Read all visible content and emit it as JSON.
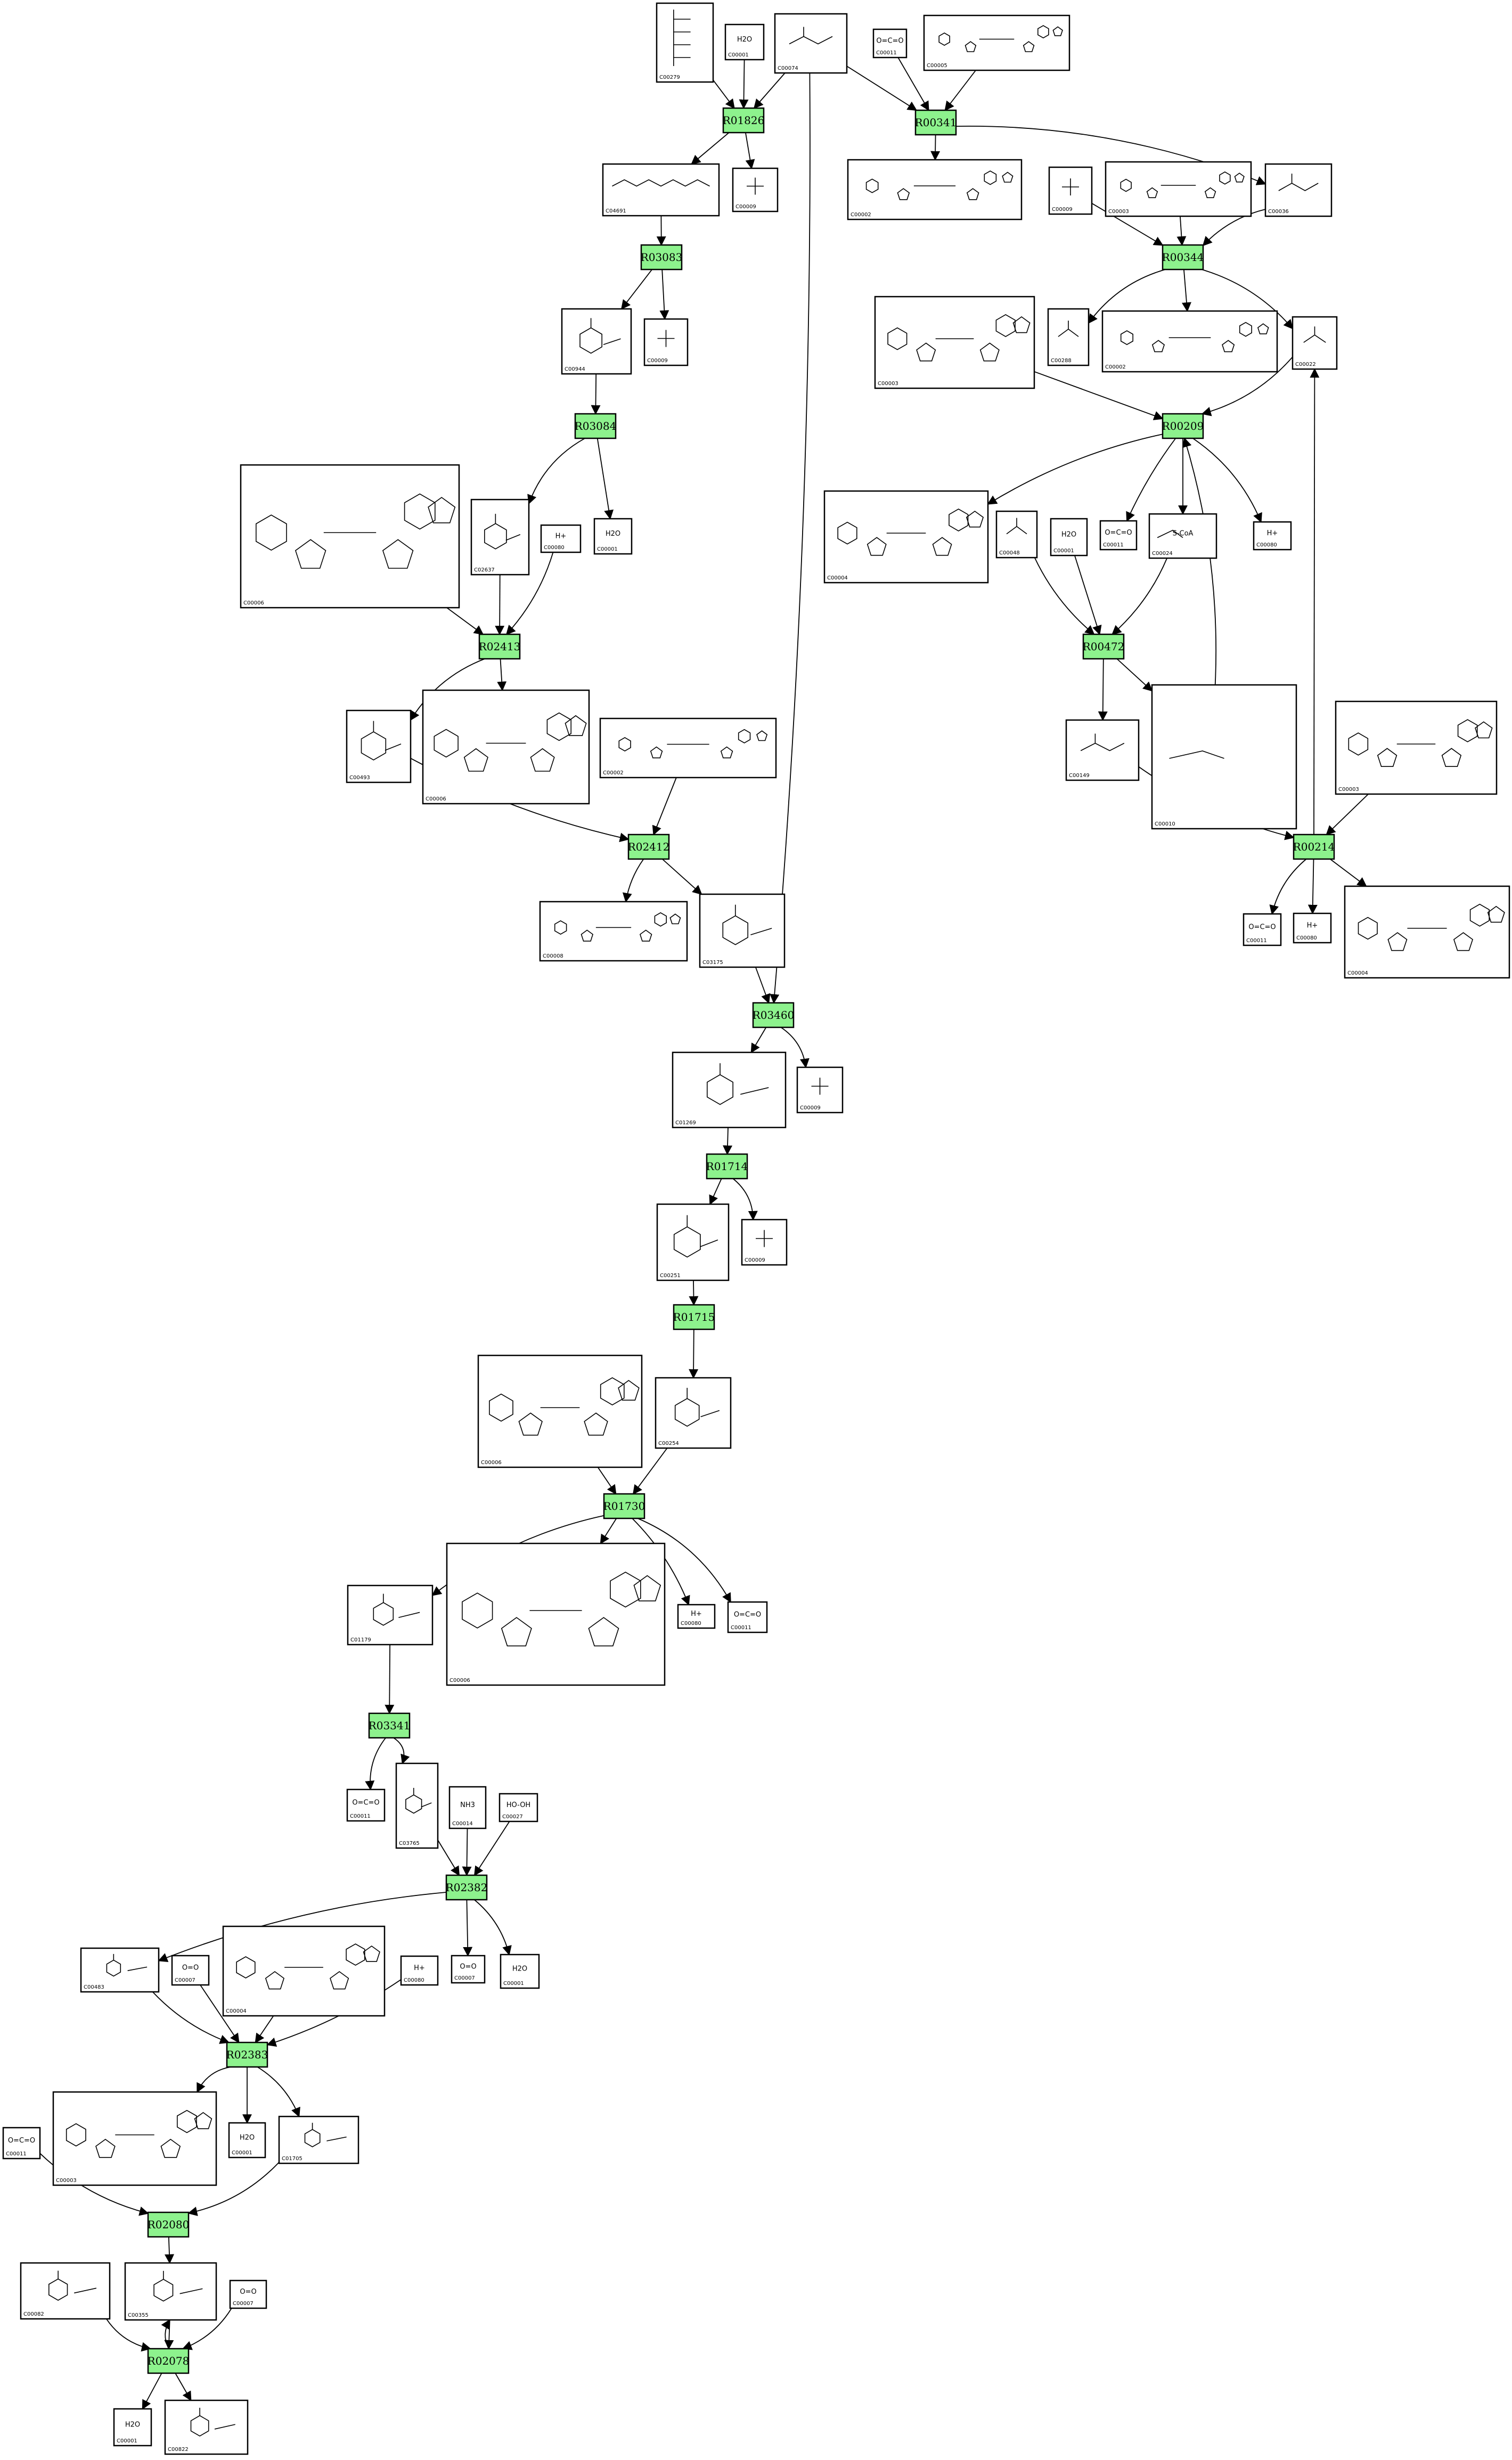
{
  "colors": {
    "reaction_fill": "#8df28d",
    "stroke": "#000000",
    "background": "#ffffff"
  },
  "reactions": [
    "R01826",
    "R00341",
    "R03083",
    "R00344",
    "R03084",
    "R00209",
    "R02413",
    "R00472",
    "R02412",
    "R00214",
    "R03460",
    "R01714",
    "R01715",
    "R01730",
    "R03341",
    "R02382",
    "R02383",
    "R02080",
    "R02078"
  ],
  "compounds": {
    "c1": {
      "id": "C00279",
      "text": ""
    },
    "c2": {
      "id": "C00001",
      "text": "H2O"
    },
    "c3": {
      "id": "C00074",
      "text": ""
    },
    "c4": {
      "id": "C00011",
      "text": "O=C=O"
    },
    "c5": {
      "id": "C00005",
      "text": ""
    },
    "c6": {
      "id": "C04691",
      "text": ""
    },
    "c7": {
      "id": "C00009",
      "text": ""
    },
    "c8": {
      "id": "C00002",
      "text": ""
    },
    "c9": {
      "id": "C00009",
      "text": ""
    },
    "c10": {
      "id": "C00003",
      "text": ""
    },
    "c11": {
      "id": "C00036",
      "text": ""
    },
    "c12": {
      "id": "C00944",
      "text": ""
    },
    "c13": {
      "id": "C00009",
      "text": ""
    },
    "c14": {
      "id": "C00288",
      "text": ""
    },
    "c15": {
      "id": "C00002",
      "text": ""
    },
    "c16": {
      "id": "C00022",
      "text": ""
    },
    "c17": {
      "id": "C00003",
      "text": ""
    },
    "c18": {
      "id": "C00006",
      "text": ""
    },
    "c19": {
      "id": "C02637",
      "text": ""
    },
    "c20": {
      "id": "C00080",
      "text": "H+"
    },
    "c21": {
      "id": "C00001",
      "text": "H2O"
    },
    "c22": {
      "id": "C00004",
      "text": ""
    },
    "c23": {
      "id": "C00048",
      "text": ""
    },
    "c24": {
      "id": "C00001",
      "text": "H2O"
    },
    "c25": {
      "id": "C00011",
      "text": "O=C=O"
    },
    "c26": {
      "id": "C00024",
      "text": "S-CoA"
    },
    "c27": {
      "id": "C00080",
      "text": "H+"
    },
    "c28": {
      "id": "C00493",
      "text": ""
    },
    "c29": {
      "id": "C00006",
      "text": ""
    },
    "c30": {
      "id": "C00002",
      "text": ""
    },
    "c31": {
      "id": "C00149",
      "text": ""
    },
    "c32": {
      "id": "C00010",
      "text": ""
    },
    "c33": {
      "id": "C00003",
      "text": ""
    },
    "c34": {
      "id": "C00008",
      "text": ""
    },
    "c35": {
      "id": "C03175",
      "text": ""
    },
    "c36": {
      "id": "C00011",
      "text": "O=C=O"
    },
    "c37": {
      "id": "C00080",
      "text": "H+"
    },
    "c38": {
      "id": "C00004",
      "text": ""
    },
    "c39": {
      "id": "C01269",
      "text": ""
    },
    "c40": {
      "id": "C00009",
      "text": ""
    },
    "c41": {
      "id": "C00251",
      "text": ""
    },
    "c42": {
      "id": "C00009",
      "text": ""
    },
    "c43": {
      "id": "C00006",
      "text": ""
    },
    "c44": {
      "id": "C00254",
      "text": ""
    },
    "c45": {
      "id": "C01179",
      "text": ""
    },
    "c46": {
      "id": "C00006",
      "text": ""
    },
    "c47": {
      "id": "C00080",
      "text": "H+"
    },
    "c48": {
      "id": "C00011",
      "text": "O=C=O"
    },
    "c49": {
      "id": "C00011",
      "text": "O=C=O"
    },
    "c50": {
      "id": "C03765",
      "text": ""
    },
    "c51": {
      "id": "C00014",
      "text": "NH3"
    },
    "c52": {
      "id": "C00027",
      "text": "HO-OH"
    },
    "c53": {
      "id": "C00483",
      "text": ""
    },
    "c54": {
      "id": "C00007",
      "text": "O=O"
    },
    "c55": {
      "id": "C00004",
      "text": ""
    },
    "c56": {
      "id": "C00080",
      "text": "H+"
    },
    "c57": {
      "id": "C00007",
      "text": "O=O"
    },
    "c58": {
      "id": "C00001",
      "text": "H2O"
    },
    "c59": {
      "id": "C00011",
      "text": "O=C=O"
    },
    "c60": {
      "id": "C00003",
      "text": ""
    },
    "c61": {
      "id": "C00001",
      "text": "H2O"
    },
    "c62": {
      "id": "C01705",
      "text": ""
    },
    "c63": {
      "id": "C00082",
      "text": ""
    },
    "c64": {
      "id": "C00355",
      "text": ""
    },
    "c65": {
      "id": "C00007",
      "text": "O=O"
    },
    "c66": {
      "id": "C00001",
      "text": "H2O"
    },
    "c67": {
      "id": "C00822",
      "text": ""
    }
  }
}
